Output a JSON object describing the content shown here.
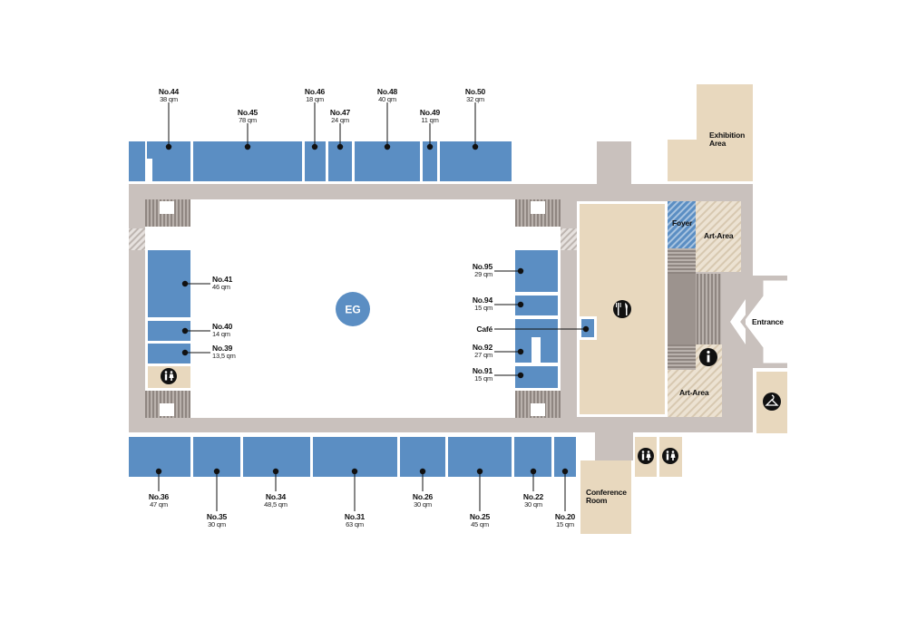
{
  "floor_badge": "EG",
  "colors": {
    "booth": "#5b8ec3",
    "corridor": "#c9c1bd",
    "service": "#e8d8be",
    "outline": "#ffffff"
  },
  "booths_top": [
    {
      "id": "44",
      "name": "No.44",
      "size": "38 qm"
    },
    {
      "id": "45",
      "name": "No.45",
      "size": "78 qm"
    },
    {
      "id": "46",
      "name": "No.46",
      "size": "18 qm"
    },
    {
      "id": "47",
      "name": "No.47",
      "size": "24 qm"
    },
    {
      "id": "48",
      "name": "No.48",
      "size": "40 qm"
    },
    {
      "id": "49",
      "name": "No.49",
      "size": "11 qm"
    },
    {
      "id": "50",
      "name": "No.50",
      "size": "32 qm"
    }
  ],
  "booths_left": [
    {
      "id": "41",
      "name": "No.41",
      "size": "46 qm"
    },
    {
      "id": "40",
      "name": "No.40",
      "size": "14 qm"
    },
    {
      "id": "39",
      "name": "No.39",
      "size": "13,5 qm"
    }
  ],
  "booths_right": [
    {
      "id": "95",
      "name": "No.95",
      "size": "29 qm"
    },
    {
      "id": "94",
      "name": "No.94",
      "size": "15 qm"
    },
    {
      "id": "cafe",
      "name": "Café",
      "size": ""
    },
    {
      "id": "92",
      "name": "No.92",
      "size": "27 qm"
    },
    {
      "id": "91",
      "name": "No.91",
      "size": "15 qm"
    }
  ],
  "booths_bottom": [
    {
      "id": "36",
      "name": "No.36",
      "size": "47 qm"
    },
    {
      "id": "35",
      "name": "No.35",
      "size": "30 qm"
    },
    {
      "id": "34",
      "name": "No.34",
      "size": "48,5 qm"
    },
    {
      "id": "31",
      "name": "No.31",
      "size": "63 qm"
    },
    {
      "id": "26",
      "name": "No.26",
      "size": "30 qm"
    },
    {
      "id": "25",
      "name": "No.25",
      "size": "45 qm"
    },
    {
      "id": "22",
      "name": "No.22",
      "size": "30 qm"
    },
    {
      "id": "20",
      "name": "No.20",
      "size": "15 qm"
    }
  ],
  "areas": {
    "exhibition_line1": "Exhibition",
    "exhibition_line2": "Area",
    "foyer": "Foyer",
    "art_area_top": "Art-Area",
    "art_area_bottom": "Art-Area",
    "entrance": "Entrance",
    "conference_line1": "Conference",
    "conference_line2": "Room"
  },
  "icons": {
    "restaurant": "fork-knife-icon",
    "info": "info-icon",
    "wardrobe": "hanger-icon",
    "toilets": "toilet-icon"
  }
}
